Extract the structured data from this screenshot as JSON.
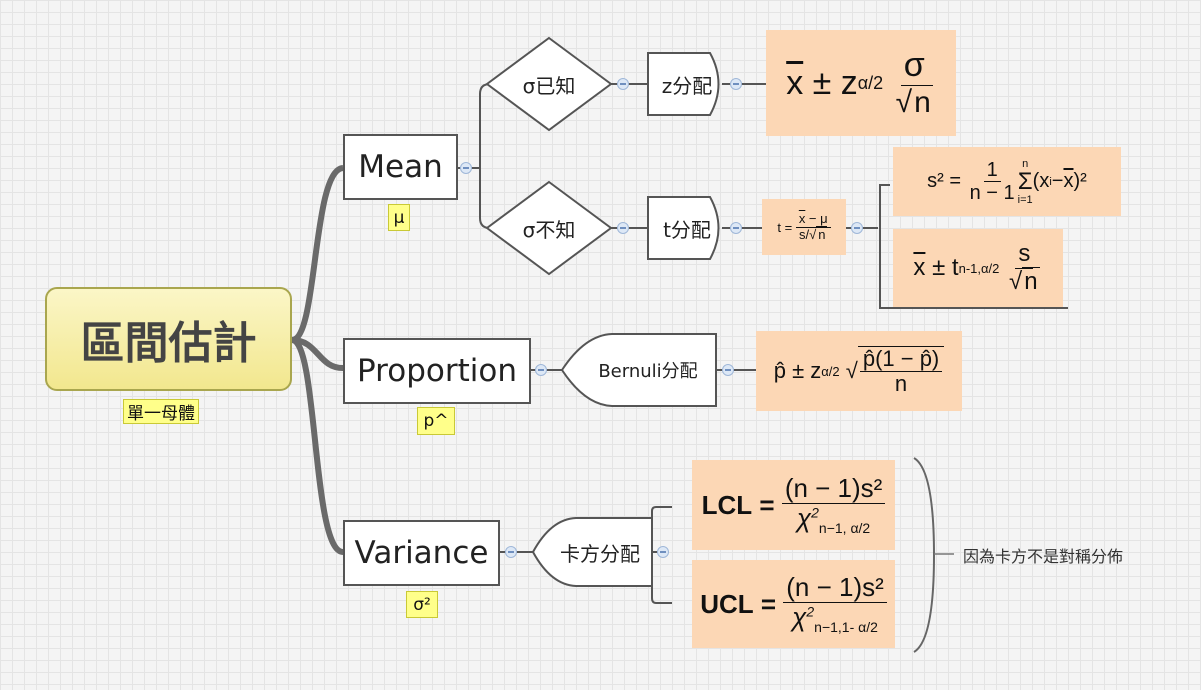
{
  "root": {
    "title": "區間估計",
    "note": "單一母體"
  },
  "mean": {
    "label": "Mean",
    "note": "μ",
    "known": {
      "condition": "σ已知",
      "distribution": "z分配",
      "formula": "x̄ ± z_{α/2} σ/√n"
    },
    "unknown": {
      "condition": "σ不知",
      "distribution": "t分配",
      "statistic": "t = (x̄−μ)/(s/√n)",
      "variance_formula": "s² = 1/(n−1) Σ_{i=1}^{n} (x_i − x̄)²",
      "interval_formula": "x̄ ± t_{n-1,α/2} s/√n"
    }
  },
  "proportion": {
    "label": "Proportion",
    "note": "p^",
    "distribution": "Bernuli分配",
    "formula": "p̂ ± z_{α/2} √(p̂(1−p̂)/n)"
  },
  "variance": {
    "label": "Variance",
    "note": "σ²",
    "distribution": "卡方分配",
    "lcl": "LCL = (n−1)s² / χ²_{n−1, α/2}",
    "ucl": "UCL = (n−1)s² / χ²_{n−1,1- α/2}",
    "remark": "因為卡方不是對稱分佈"
  },
  "colors": {
    "root_fill": "#f2e78e",
    "note_fill": "#ffff8a",
    "formula_fill": "#fcd7b5",
    "line": "#666666"
  }
}
